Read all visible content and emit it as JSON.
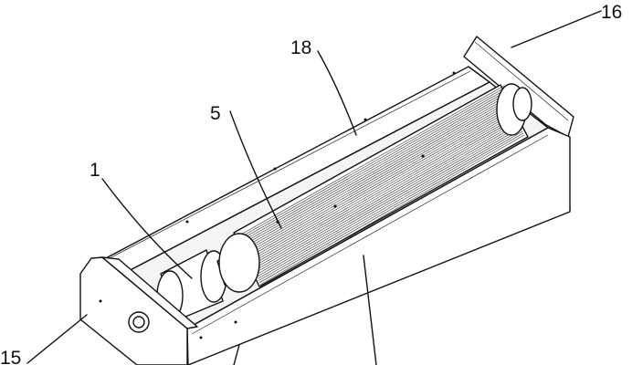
{
  "callouts": {
    "c16": "16",
    "c18": "18",
    "c5": "5",
    "c1": "1",
    "c15": "15"
  },
  "colors": {
    "ink": "#111111",
    "paper": "#ffffff"
  }
}
